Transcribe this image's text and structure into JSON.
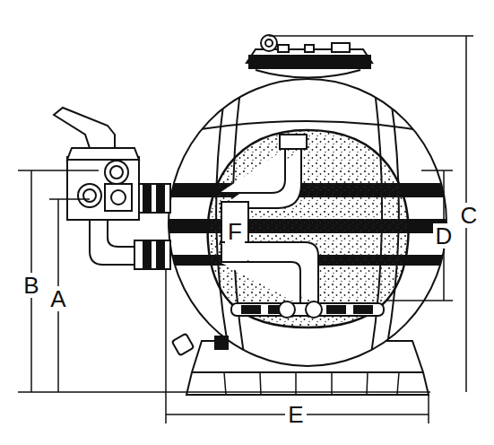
{
  "diagram": {
    "labels": [
      "B",
      "A",
      "C",
      "D",
      "E",
      "F"
    ]
  }
}
